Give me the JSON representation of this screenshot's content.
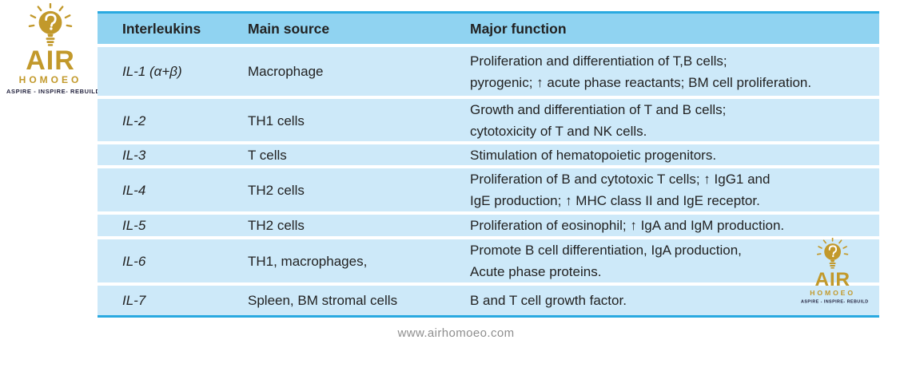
{
  "brand": {
    "name": "AIR",
    "sub": "HOMOEO",
    "tagline": "ASPIRE - INSPIRE- REBUILD"
  },
  "table": {
    "headers": [
      "Interleukins",
      "Main source",
      "Major function"
    ],
    "rows": [
      {
        "interleukin": "IL-1 (α+β)",
        "source": "Macrophage",
        "function": "Proliferation and differentiation of T,B cells;\npyrogenic; ↑ acute phase reactants; BM cell proliferation."
      },
      {
        "interleukin": "IL-2",
        "source": "TH1 cells",
        "function": "Growth and differentiation of T and B cells;\ncytotoxicity of T and NK cells."
      },
      {
        "interleukin": "IL-3",
        "source": "T cells",
        "function": "Stimulation of hematopoietic progenitors."
      },
      {
        "interleukin": "IL-4",
        "source": "TH2 cells",
        "function": "Proliferation of B and cytotoxic T cells; ↑ IgG1 and\nIgE production; ↑ MHC class II and IgE receptor."
      },
      {
        "interleukin": "IL-5",
        "source": "TH2 cells",
        "function": "Proliferation of eosinophil; ↑ IgA and IgM production."
      },
      {
        "interleukin": "IL-6",
        "source": "TH1, macrophages,",
        "function": "Promote B cell differentiation, IgA production,\nAcute phase proteins."
      },
      {
        "interleukin": "IL-7",
        "source": "Spleen, BM stromal cells",
        "function": "B and T cell growth factor."
      }
    ]
  },
  "footer": {
    "url": "www.airhomoeo.com"
  },
  "colors": {
    "table_border": "#29a9e0",
    "header_bg": "#90d3f1",
    "row_bg": "#cde9f9",
    "brand_gold": "#c2992b",
    "tagline_dark": "#23233f",
    "text_dark": "#222222",
    "footer_gray": "#8e8e8e"
  }
}
